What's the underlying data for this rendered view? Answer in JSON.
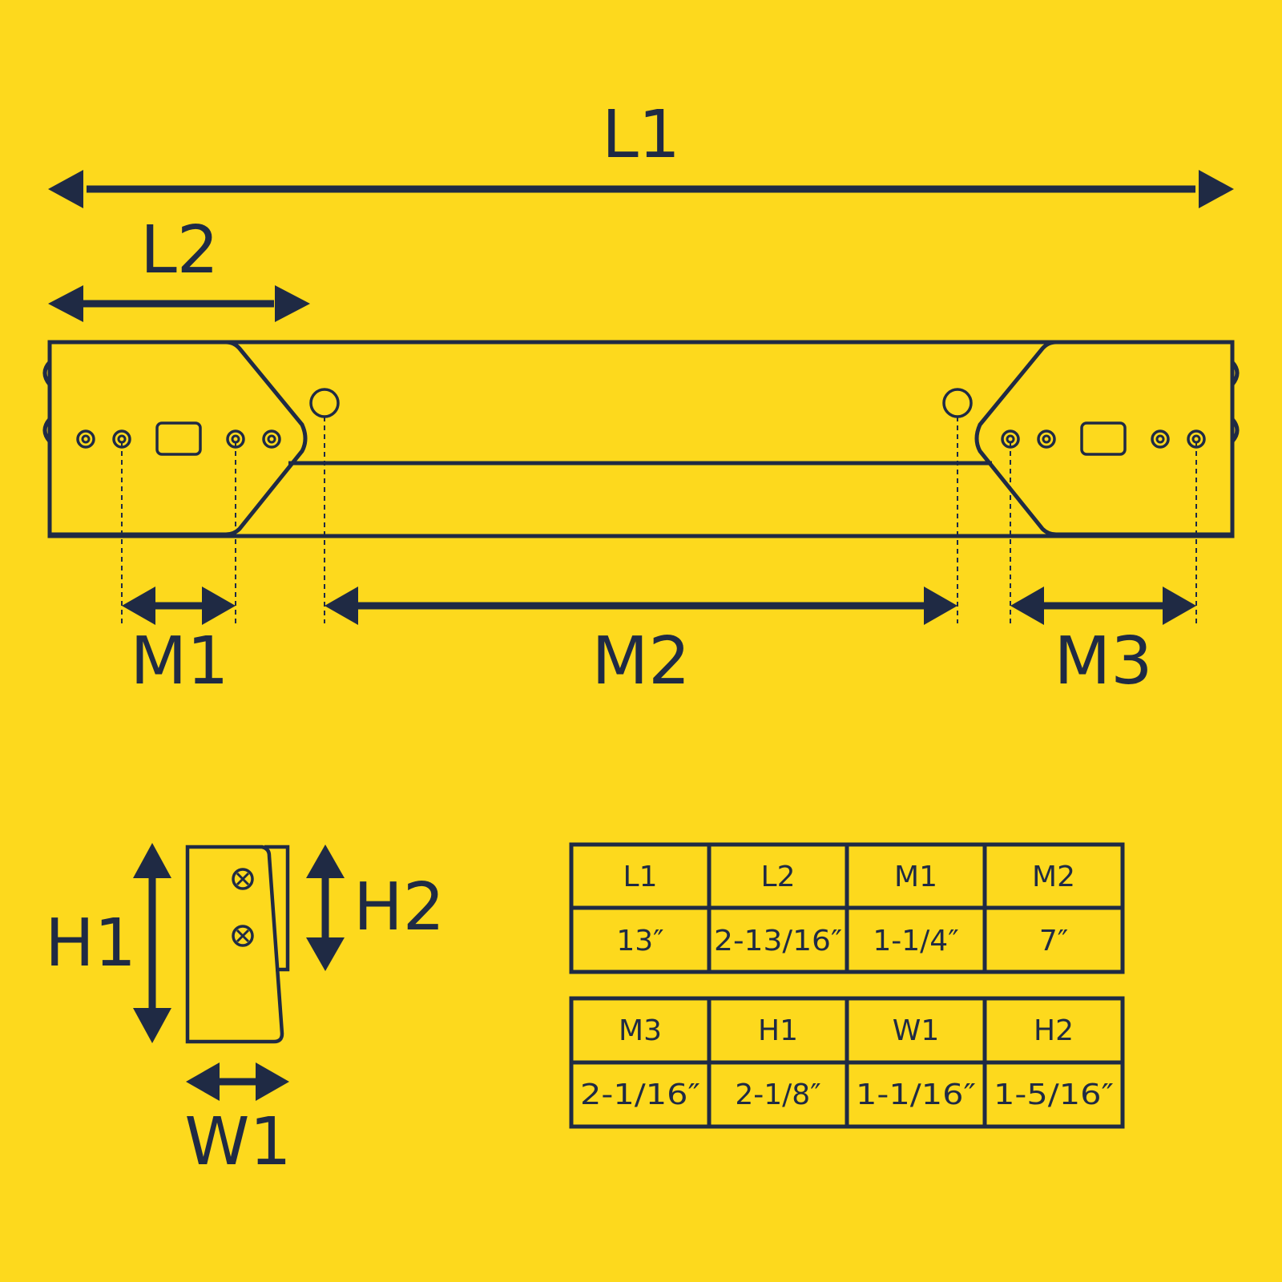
{
  "colors": {
    "background": "#FDD91D",
    "ink": "#1F2A44"
  },
  "labels": {
    "L1": "L1",
    "L2": "L2",
    "M1": "M1",
    "M2": "M2",
    "M3": "M3",
    "H1": "H1",
    "H2": "H2",
    "W1": "W1"
  },
  "tables": [
    {
      "headers": [
        "L1",
        "L2",
        "M1",
        "M2"
      ],
      "values": [
        "13″",
        "2-13/16″",
        "1-1/4″",
        "7″"
      ]
    },
    {
      "headers": [
        "M3",
        "H1",
        "W1",
        "H2"
      ],
      "values": [
        "2-1/16″",
        "2-1/8″",
        "1-1/16″",
        "1-5/16″"
      ]
    }
  ]
}
